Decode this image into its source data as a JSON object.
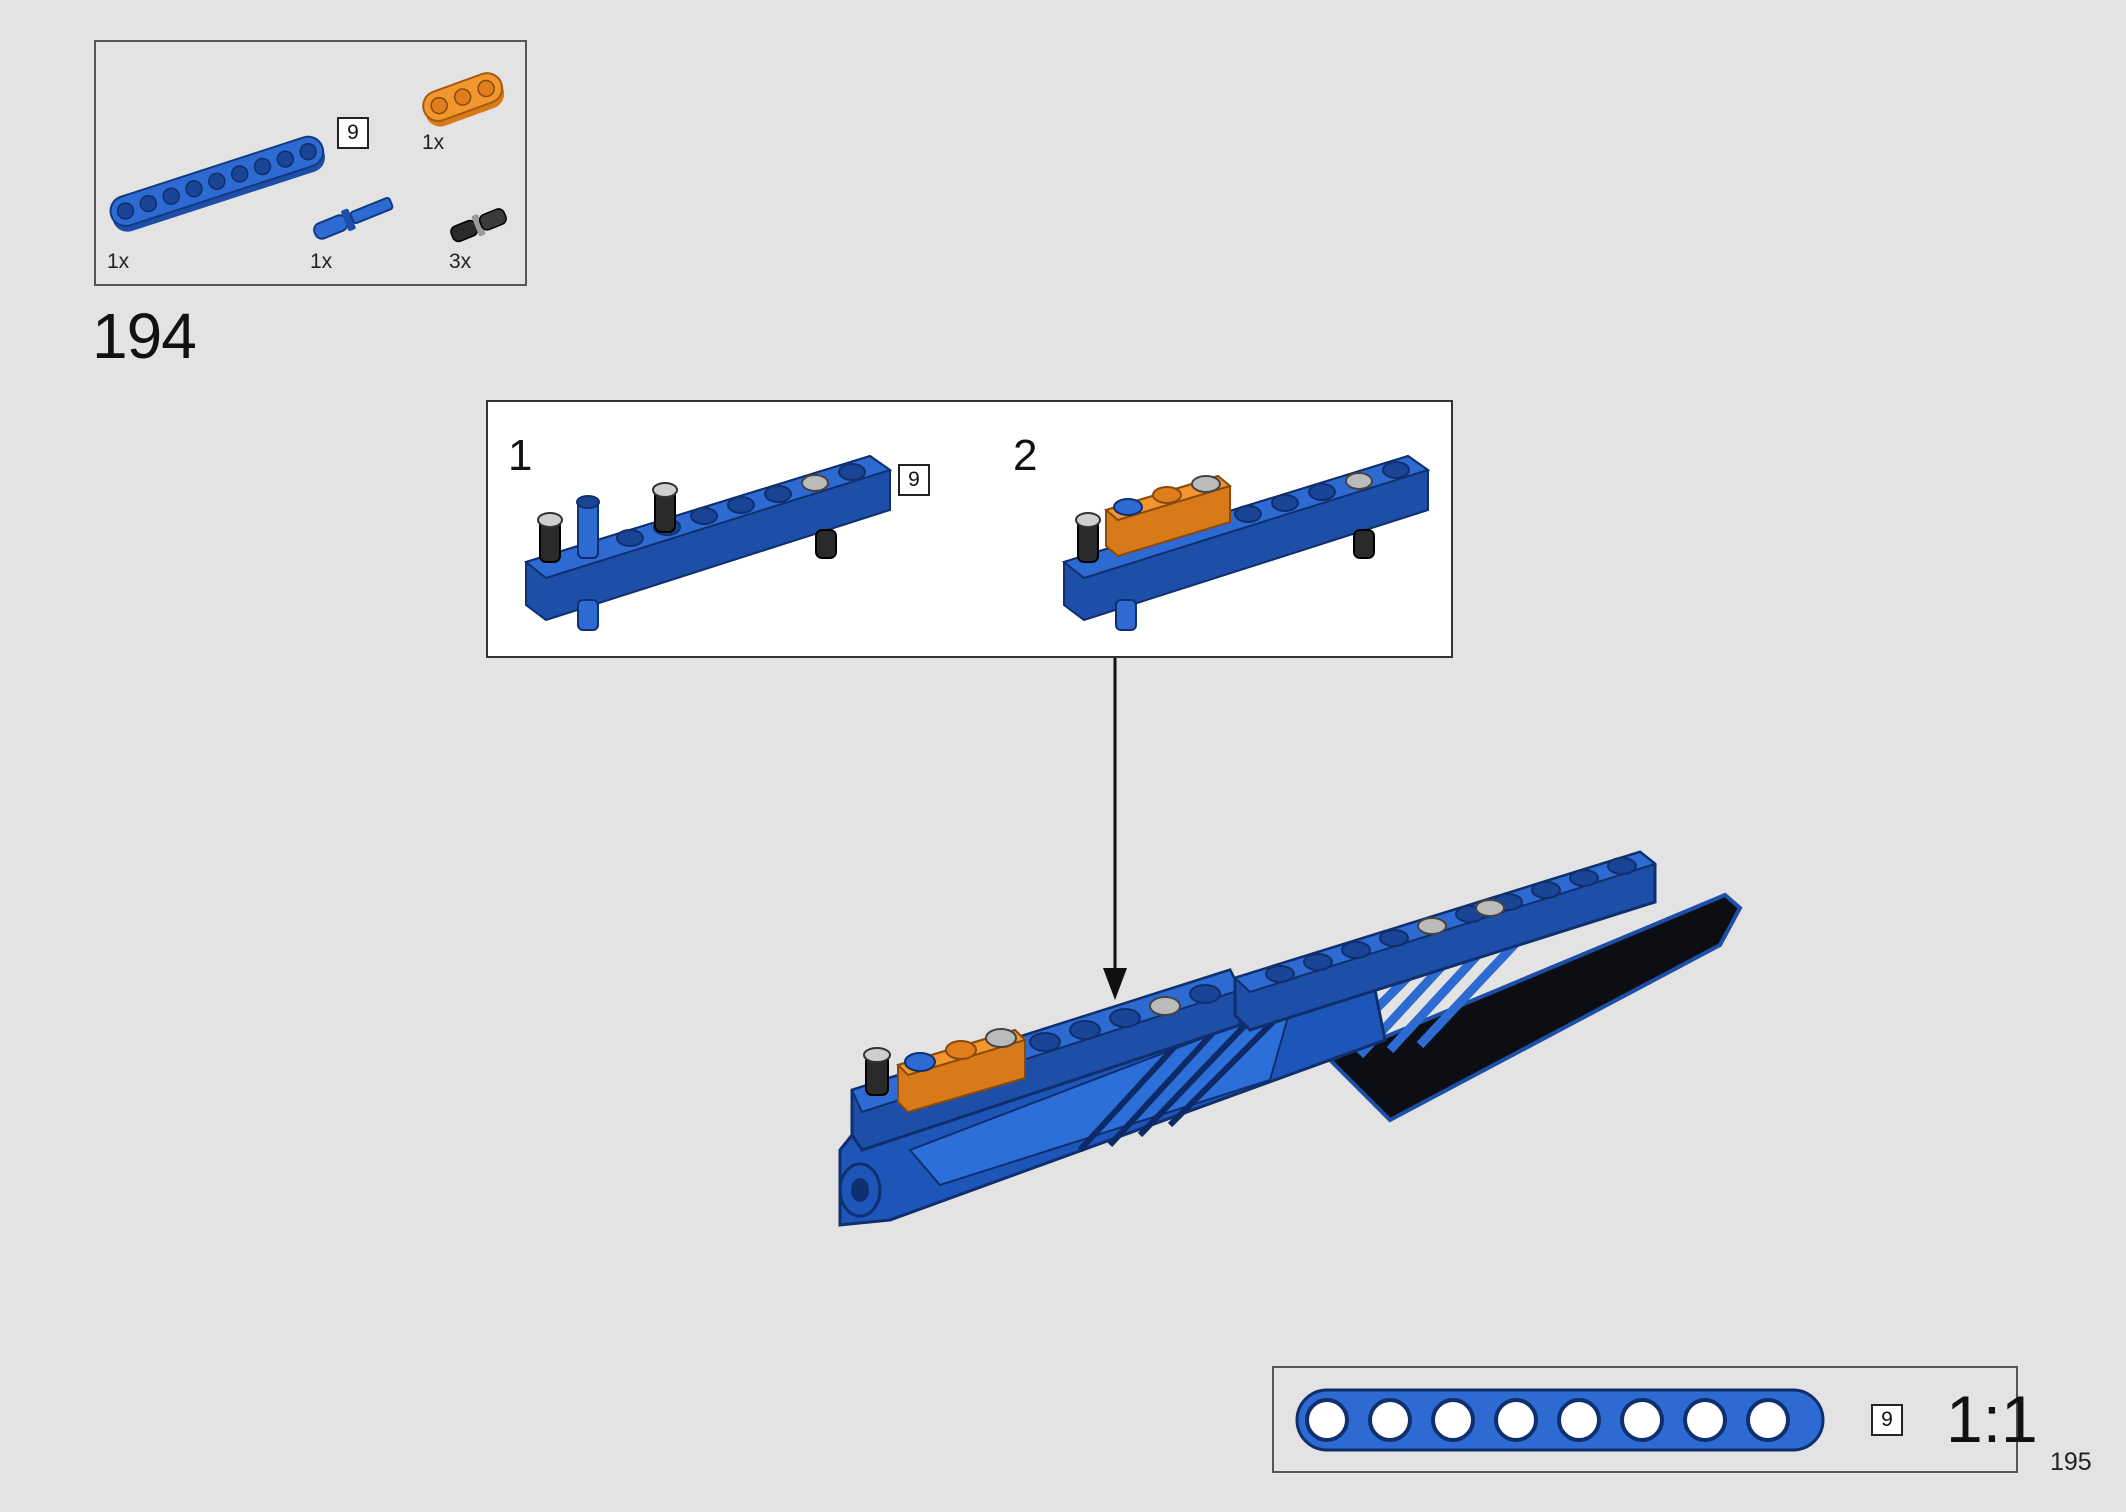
{
  "parts_list": {
    "items": [
      {
        "icon": "blue-beam-9-icon",
        "qty": "1x",
        "length_tag": "9"
      },
      {
        "icon": "orange-beam-3-icon",
        "qty": "1x"
      },
      {
        "icon": "blue-axle-pin-icon",
        "qty": "1x"
      },
      {
        "icon": "black-friction-pin-icon",
        "qty": "3x"
      }
    ]
  },
  "step": {
    "number": "194"
  },
  "substeps": [
    {
      "number": "1",
      "length_tag": "9"
    },
    {
      "number": "2"
    }
  ],
  "ruler": {
    "length_tag": "9",
    "scale": "1:1"
  },
  "page": {
    "number": "195"
  },
  "colors": {
    "background": "#e3e3e3",
    "beam_blue": "#2463c9",
    "beam_orange": "#f2962e",
    "panel_black": "#0d0d14"
  }
}
